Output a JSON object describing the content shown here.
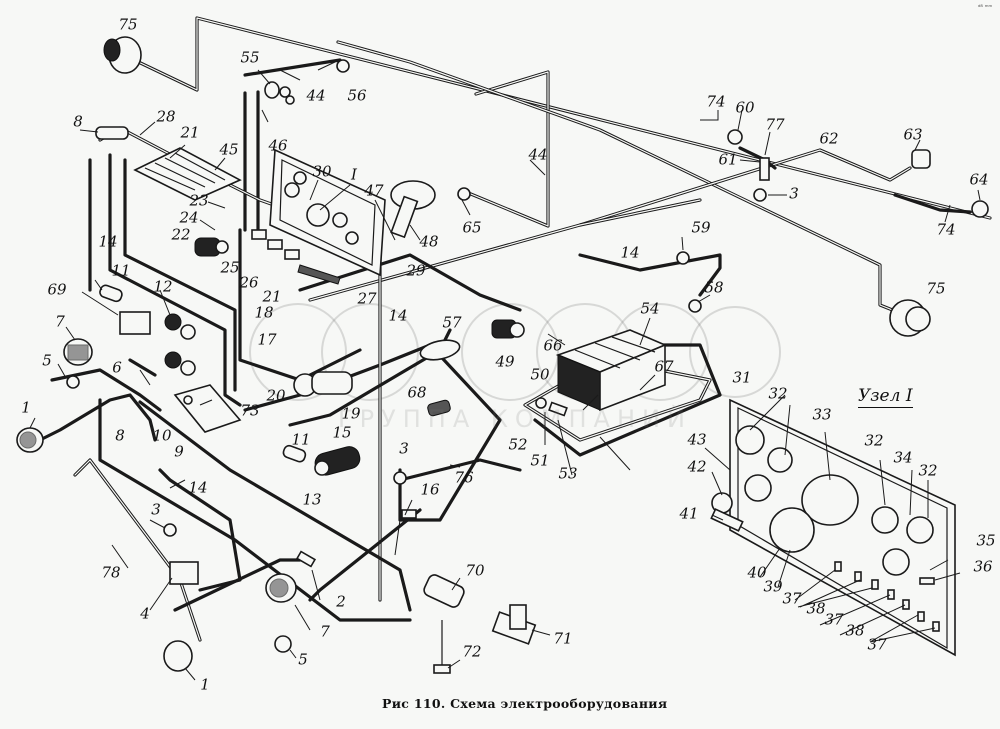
{
  "figure": {
    "caption": "Рис  110.  Схема  электрооборудования",
    "node_title": "Узел I",
    "watermark": "ГРУППА КОМПАНИЙ",
    "corner_mark": "ᵈ⁸ ᵐᵐ"
  },
  "callouts": [
    {
      "id": "75a",
      "text": "75"
    },
    {
      "id": "55",
      "text": "55"
    },
    {
      "id": "44a",
      "text": "44"
    },
    {
      "id": "56",
      "text": "56"
    },
    {
      "id": "8a",
      "text": "8"
    },
    {
      "id": "28",
      "text": "28"
    },
    {
      "id": "21a",
      "text": "21"
    },
    {
      "id": "45",
      "text": "45"
    },
    {
      "id": "46",
      "text": "46"
    },
    {
      "id": "30",
      "text": "30"
    },
    {
      "id": "I",
      "text": "I"
    },
    {
      "id": "47",
      "text": "47"
    },
    {
      "id": "44b",
      "text": "44"
    },
    {
      "id": "23",
      "text": "23"
    },
    {
      "id": "24",
      "text": "24"
    },
    {
      "id": "22",
      "text": "22"
    },
    {
      "id": "14a",
      "text": "14"
    },
    {
      "id": "48",
      "text": "48"
    },
    {
      "id": "65",
      "text": "65"
    },
    {
      "id": "25",
      "text": "25"
    },
    {
      "id": "26",
      "text": "26"
    },
    {
      "id": "21b",
      "text": "21"
    },
    {
      "id": "27",
      "text": "27"
    },
    {
      "id": "29",
      "text": "29"
    },
    {
      "id": "11a",
      "text": "11"
    },
    {
      "id": "12",
      "text": "12"
    },
    {
      "id": "69",
      "text": "69"
    },
    {
      "id": "18",
      "text": "18"
    },
    {
      "id": "17",
      "text": "17"
    },
    {
      "id": "7a",
      "text": "7"
    },
    {
      "id": "5a",
      "text": "5"
    },
    {
      "id": "6",
      "text": "6"
    },
    {
      "id": "20",
      "text": "20"
    },
    {
      "id": "73",
      "text": "73"
    },
    {
      "id": "19",
      "text": "19"
    },
    {
      "id": "1a",
      "text": "1"
    },
    {
      "id": "8b",
      "text": "8"
    },
    {
      "id": "10",
      "text": "10"
    },
    {
      "id": "9",
      "text": "9"
    },
    {
      "id": "11b",
      "text": "11"
    },
    {
      "id": "15",
      "text": "15"
    },
    {
      "id": "14b",
      "text": "14"
    },
    {
      "id": "13",
      "text": "13"
    },
    {
      "id": "3a",
      "text": "3"
    },
    {
      "id": "78",
      "text": "78"
    },
    {
      "id": "4",
      "text": "4"
    },
    {
      "id": "2",
      "text": "2"
    },
    {
      "id": "7b",
      "text": "7"
    },
    {
      "id": "5b",
      "text": "5"
    },
    {
      "id": "1b",
      "text": "1"
    },
    {
      "id": "57",
      "text": "57"
    },
    {
      "id": "49",
      "text": "49"
    },
    {
      "id": "14c",
      "text": "14"
    },
    {
      "id": "68",
      "text": "68"
    },
    {
      "id": "3b",
      "text": "3"
    },
    {
      "id": "16",
      "text": "16"
    },
    {
      "id": "76",
      "text": "76"
    },
    {
      "id": "70",
      "text": "70"
    },
    {
      "id": "71",
      "text": "71"
    },
    {
      "id": "72",
      "text": "72"
    },
    {
      "id": "50",
      "text": "50"
    },
    {
      "id": "52",
      "text": "52"
    },
    {
      "id": "51",
      "text": "51"
    },
    {
      "id": "53",
      "text": "53"
    },
    {
      "id": "66",
      "text": "66"
    },
    {
      "id": "54",
      "text": "54"
    },
    {
      "id": "67",
      "text": "67"
    },
    {
      "id": "14d",
      "text": "14"
    },
    {
      "id": "59",
      "text": "59"
    },
    {
      "id": "58",
      "text": "58"
    },
    {
      "id": "74a",
      "text": "74"
    },
    {
      "id": "60",
      "text": "60"
    },
    {
      "id": "77",
      "text": "77"
    },
    {
      "id": "61",
      "text": "61"
    },
    {
      "id": "62",
      "text": "62"
    },
    {
      "id": "3c",
      "text": "3"
    },
    {
      "id": "63",
      "text": "63"
    },
    {
      "id": "64",
      "text": "64"
    },
    {
      "id": "74b",
      "text": "74"
    },
    {
      "id": "75b",
      "text": "75"
    },
    {
      "id": "31",
      "text": "31"
    },
    {
      "id": "32a",
      "text": "32"
    },
    {
      "id": "33",
      "text": "33"
    },
    {
      "id": "32b",
      "text": "32"
    },
    {
      "id": "34",
      "text": "34"
    },
    {
      "id": "32c",
      "text": "32"
    },
    {
      "id": "43",
      "text": "43"
    },
    {
      "id": "42",
      "text": "42"
    },
    {
      "id": "41",
      "text": "41"
    },
    {
      "id": "35",
      "text": "35"
    },
    {
      "id": "36",
      "text": "36"
    },
    {
      "id": "40",
      "text": "40"
    },
    {
      "id": "39",
      "text": "39"
    },
    {
      "id": "37a",
      "text": "37"
    },
    {
      "id": "38a",
      "text": "38"
    },
    {
      "id": "37b",
      "text": "37"
    },
    {
      "id": "38b",
      "text": "38"
    },
    {
      "id": "37c",
      "text": "37"
    }
  ]
}
